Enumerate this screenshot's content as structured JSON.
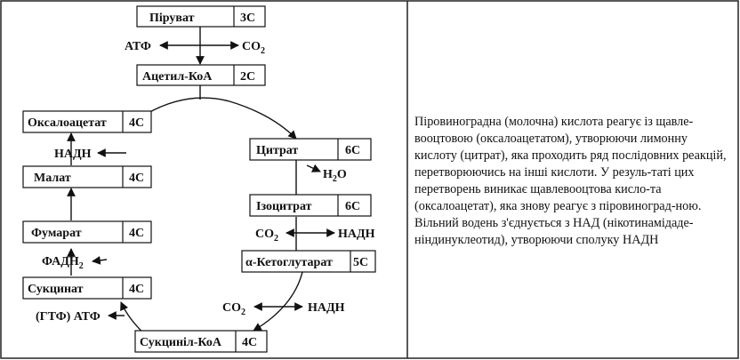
{
  "boxes": {
    "pyruvate": {
      "name": "Піруват",
      "carbons": "3С"
    },
    "acetylcoa": {
      "name": "Ацетил-КоА",
      "carbons": "2С"
    },
    "oxaloacetate": {
      "name": "Оксалоацетат",
      "carbons": "4С"
    },
    "citrate": {
      "name": "Цитрат",
      "carbons": "6С"
    },
    "malate": {
      "name": "Малат",
      "carbons": "4С"
    },
    "isocitrate": {
      "name": "Ізоцитрат",
      "carbons": "6С"
    },
    "fumarate": {
      "name": "Фумарат",
      "carbons": "4С"
    },
    "ketoglutarate": {
      "name": "α-Кетоглутарат",
      "carbons": "5С"
    },
    "succinate": {
      "name": "Сукцинат",
      "carbons": "4С"
    },
    "succinylcoa": {
      "name": "Сукциніл-КоА",
      "carbons": "4С"
    }
  },
  "labels": {
    "atf_top": "АТФ",
    "co2_top": "CO",
    "co2_top_sub": "2",
    "nadh_left": "НАДН",
    "h2o": "H",
    "h2o_sub": "2",
    "h2o_tail": "O",
    "co2_mid": "CO",
    "co2_mid_sub": "2",
    "nadh_mid": "НАДН",
    "fadh": "ФАДН",
    "fadh_sub": "2",
    "co2_low": "CO",
    "co2_low_sub": "2",
    "nadh_low": "НАДН",
    "gtf_atf": "(ГТФ) АТФ"
  },
  "description": {
    "paragraph1": "Піровиноградна (молочна) кислота реагує із щавле-вооцтовою (оксалоацетатом), утворюючи лимонну кислоту (цитрат), яка проходить ряд послідовних реакцій, перетворюючись на інші кислоти. У резуль-таті цих перетворень виникає щавлевооцтова кисло-та (оксалоацетат), яка знову реагує з піровиноград-ною.",
    "paragraph2": "Вільний водень з'єднується з НАД (нікотинамідаде-ніндинуклеотид), утворюючи сполуку НАДН"
  }
}
